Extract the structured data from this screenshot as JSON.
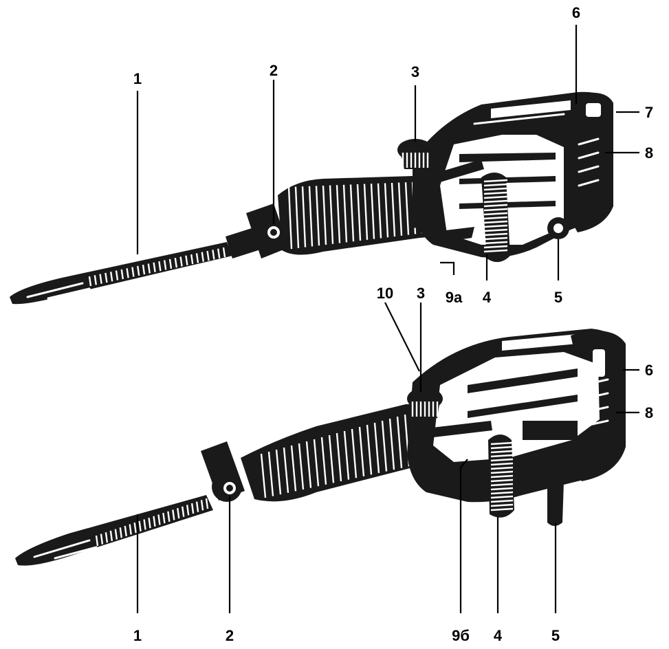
{
  "figure": {
    "top_view": {
      "labels": [
        {
          "id": "1",
          "text": "1"
        },
        {
          "id": "2",
          "text": "2"
        },
        {
          "id": "3",
          "text": "3"
        },
        {
          "id": "4",
          "text": "4"
        },
        {
          "id": "5",
          "text": "5"
        },
        {
          "id": "6",
          "text": "6"
        },
        {
          "id": "7",
          "text": "7"
        },
        {
          "id": "8",
          "text": "8"
        },
        {
          "id": "9a",
          "text": "9a"
        }
      ]
    },
    "bottom_view": {
      "labels": [
        {
          "id": "1",
          "text": "1"
        },
        {
          "id": "2",
          "text": "2"
        },
        {
          "id": "3",
          "text": "3"
        },
        {
          "id": "4",
          "text": "4"
        },
        {
          "id": "5",
          "text": "5"
        },
        {
          "id": "6",
          "text": "6"
        },
        {
          "id": "8",
          "text": "8"
        },
        {
          "id": "9b",
          "text": "9б"
        },
        {
          "id": "10",
          "text": "10"
        }
      ]
    }
  }
}
